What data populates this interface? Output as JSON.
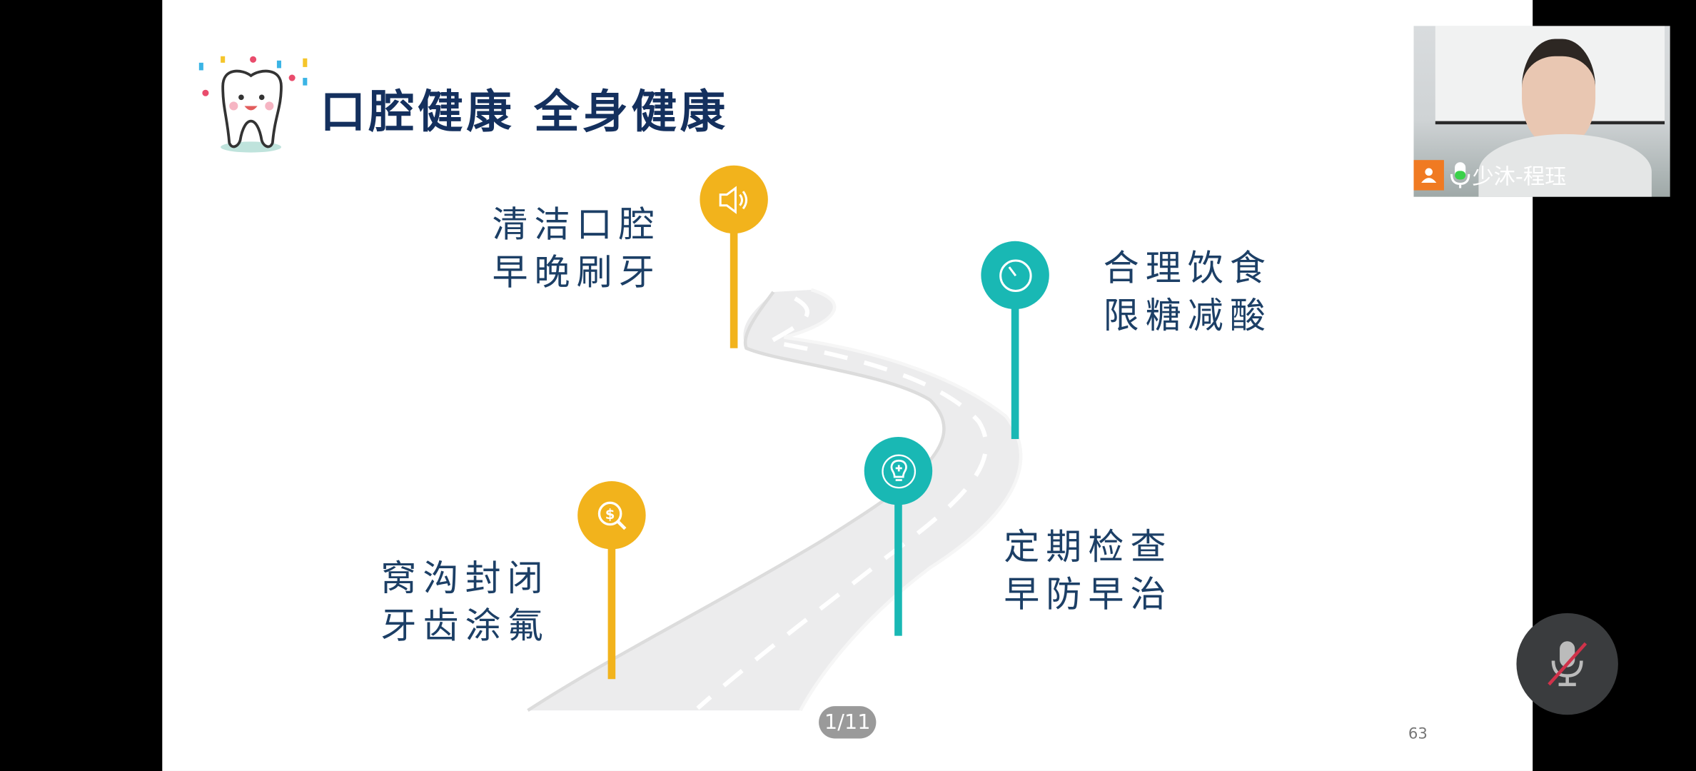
{
  "slide": {
    "title": "口腔健康  全身健康",
    "items": [
      {
        "line1": "清洁口腔",
        "line2": "早晚刷牙",
        "icon": "speaker-icon",
        "color": "#f2b31c"
      },
      {
        "line1": "合理饮食",
        "line2": "限糖减酸",
        "icon": "gauge-icon",
        "color": "#19b8b4"
      },
      {
        "line1": "定期检查",
        "line2": "早防早治",
        "icon": "lightbulb-icon",
        "color": "#19b8b4"
      },
      {
        "line1": "窝沟封闭",
        "line2": "牙齿涂氟",
        "icon": "dollar-search-icon",
        "color": "#f2b31c"
      }
    ],
    "slide_number": "63"
  },
  "pager": {
    "label": "1/11"
  },
  "video": {
    "participant_name": "少沐-程珏"
  }
}
